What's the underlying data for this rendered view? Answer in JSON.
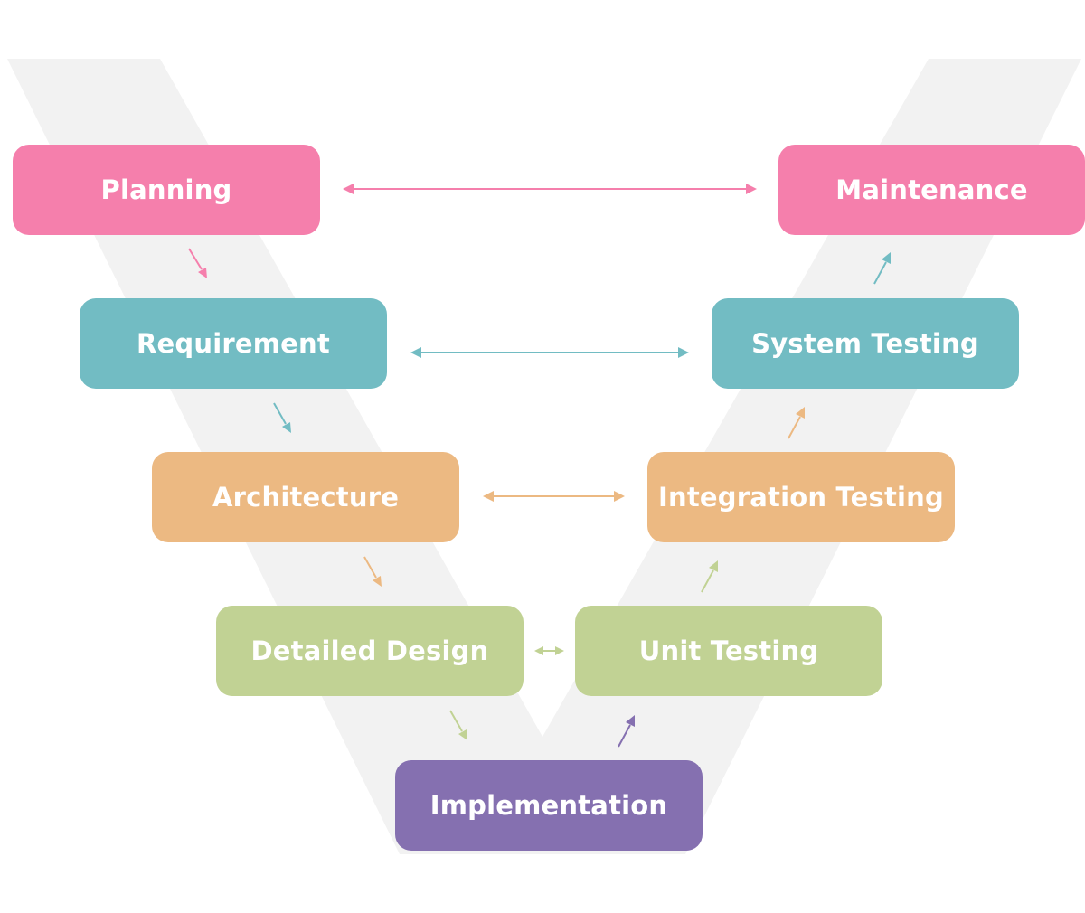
{
  "colors": {
    "pink": "#f57fac",
    "teal": "#72bcc3",
    "orange": "#ecb982",
    "green": "#c1d294",
    "purple": "#8570b0",
    "v_background": "#f2f2f2"
  },
  "left_phases": {
    "planning": "Planning",
    "requirement": "Requirement",
    "architecture": "Architecture",
    "detailed_design": "Detailed Design"
  },
  "bottom_phase": {
    "implementation": "Implementation"
  },
  "right_phases": {
    "unit_testing": "Unit Testing",
    "integration_testing": "Integration Testing",
    "system_testing": "System Testing",
    "maintenance": "Maintenance"
  }
}
